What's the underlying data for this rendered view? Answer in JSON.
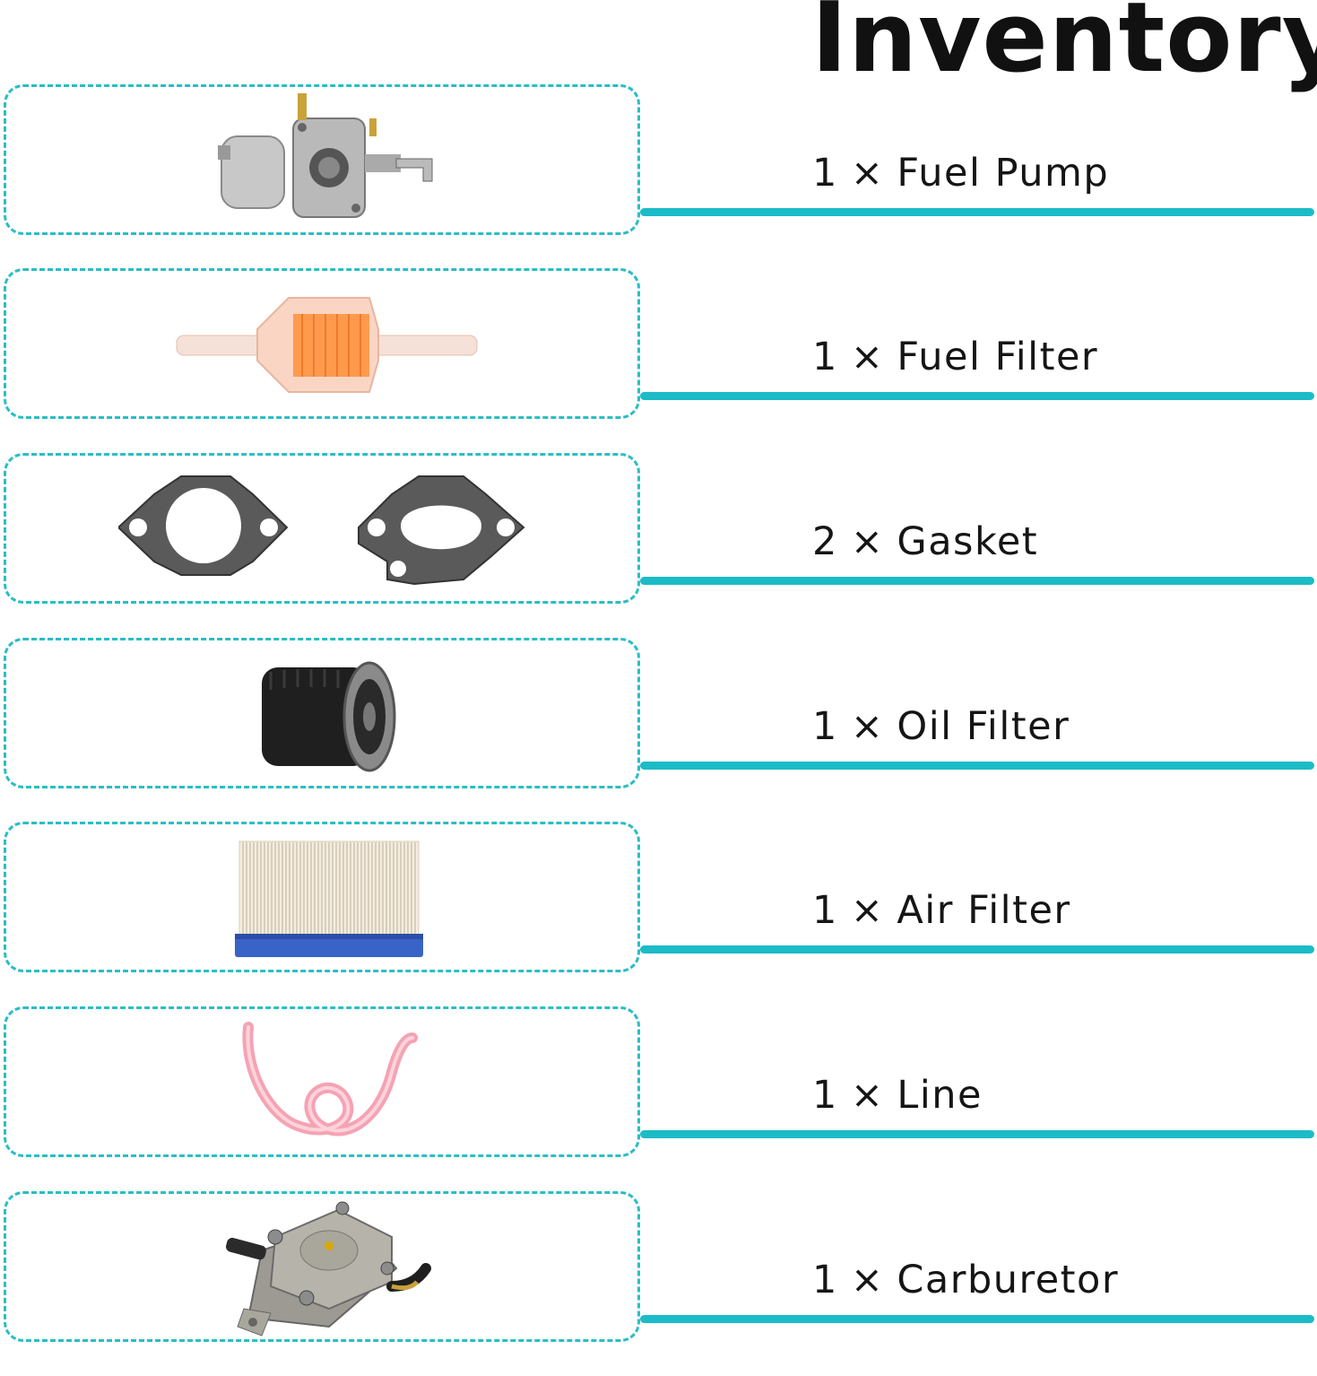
{
  "title": "Inventory",
  "items": [
    {
      "qty": "1",
      "sep": "×",
      "name": "Fuel Pump",
      "icon": "carburetor-photo"
    },
    {
      "qty": "1",
      "sep": "×",
      "name": "Fuel Filter",
      "icon": "fuel-filter-photo"
    },
    {
      "qty": "2",
      "sep": "×",
      "name": "Gasket",
      "icon": "gasket-photo"
    },
    {
      "qty": "1",
      "sep": "×",
      "name": "Oil Filter",
      "icon": "oil-filter-photo"
    },
    {
      "qty": "1",
      "sep": "×",
      "name": "Air Filter",
      "icon": "air-filter-photo"
    },
    {
      "qty": "1",
      "sep": "×",
      "name": "Line",
      "icon": "fuel-line-photo"
    },
    {
      "qty": "1",
      "sep": "×",
      "name": "Carburetor",
      "icon": "fuel-pump-photo"
    }
  ],
  "colors": {
    "accent": "#1bbcc7",
    "dash": "#2bbdc4"
  }
}
